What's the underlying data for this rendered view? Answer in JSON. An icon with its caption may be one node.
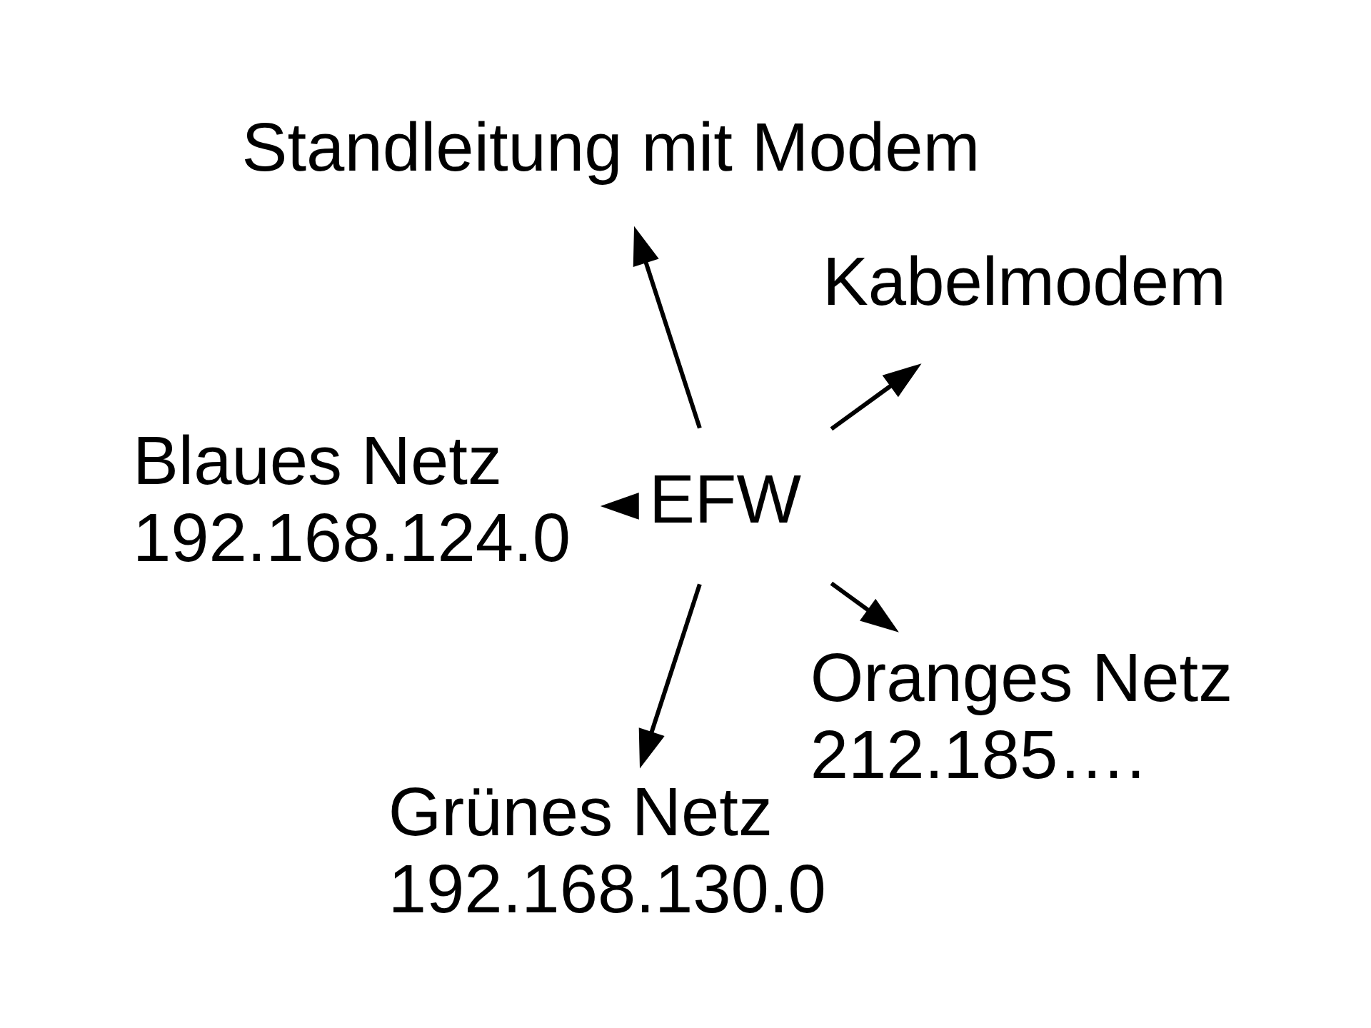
{
  "diagram": {
    "nodes": [
      {
        "text": [
          "EFW"
        ]
      },
      {
        "text": [
          "Kabelmodem"
        ]
      },
      {
        "text": [
          "Standleitung mit Modem"
        ]
      },
      {
        "text": [
          "Blaues Netz",
          "192.168.124.0"
        ]
      },
      {
        "text": [
          "Grünes Netz",
          "192.168.130.0"
        ]
      },
      {
        "text": [
          "Oranges Netz",
          "212.185…."
        ]
      }
    ],
    "edges": [
      {
        "from": 0,
        "to": 1,
        "arrow": "to"
      },
      {
        "from": 0,
        "to": 2,
        "arrow": "to"
      },
      {
        "from": 0,
        "to": 3,
        "arrow": "to"
      },
      {
        "from": 0,
        "to": 4,
        "arrow": "to"
      },
      {
        "from": 0,
        "to": 5,
        "arrow": "to"
      }
    ]
  }
}
